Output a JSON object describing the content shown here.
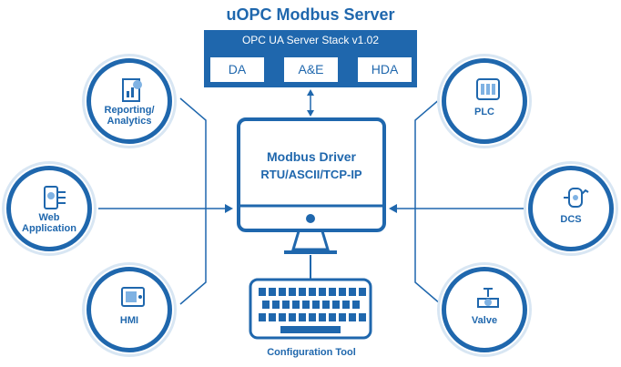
{
  "title": "uOPC Modbus Server",
  "stack": {
    "title": "OPC UA Server Stack v1.02",
    "items": [
      "DA",
      "A&E",
      "HDA"
    ]
  },
  "driver": {
    "line1": "Modbus Driver",
    "line2": "RTU/ASCII/TCP-IP"
  },
  "config_tool": "Configuration Tool",
  "left_nodes": [
    {
      "label": "Reporting/ Analytics",
      "icon": "report-chart-icon"
    },
    {
      "label": "Web Application",
      "icon": "web-app-icon"
    },
    {
      "label": "HMI",
      "icon": "hmi-panel-icon"
    }
  ],
  "right_nodes": [
    {
      "label": "PLC",
      "icon": "plc-icon"
    },
    {
      "label": "DCS",
      "icon": "dcs-tank-icon"
    },
    {
      "label": "Valve",
      "icon": "valve-icon"
    }
  ],
  "colors": {
    "primary": "#1f67ad",
    "ring": "#d8e6f3"
  }
}
